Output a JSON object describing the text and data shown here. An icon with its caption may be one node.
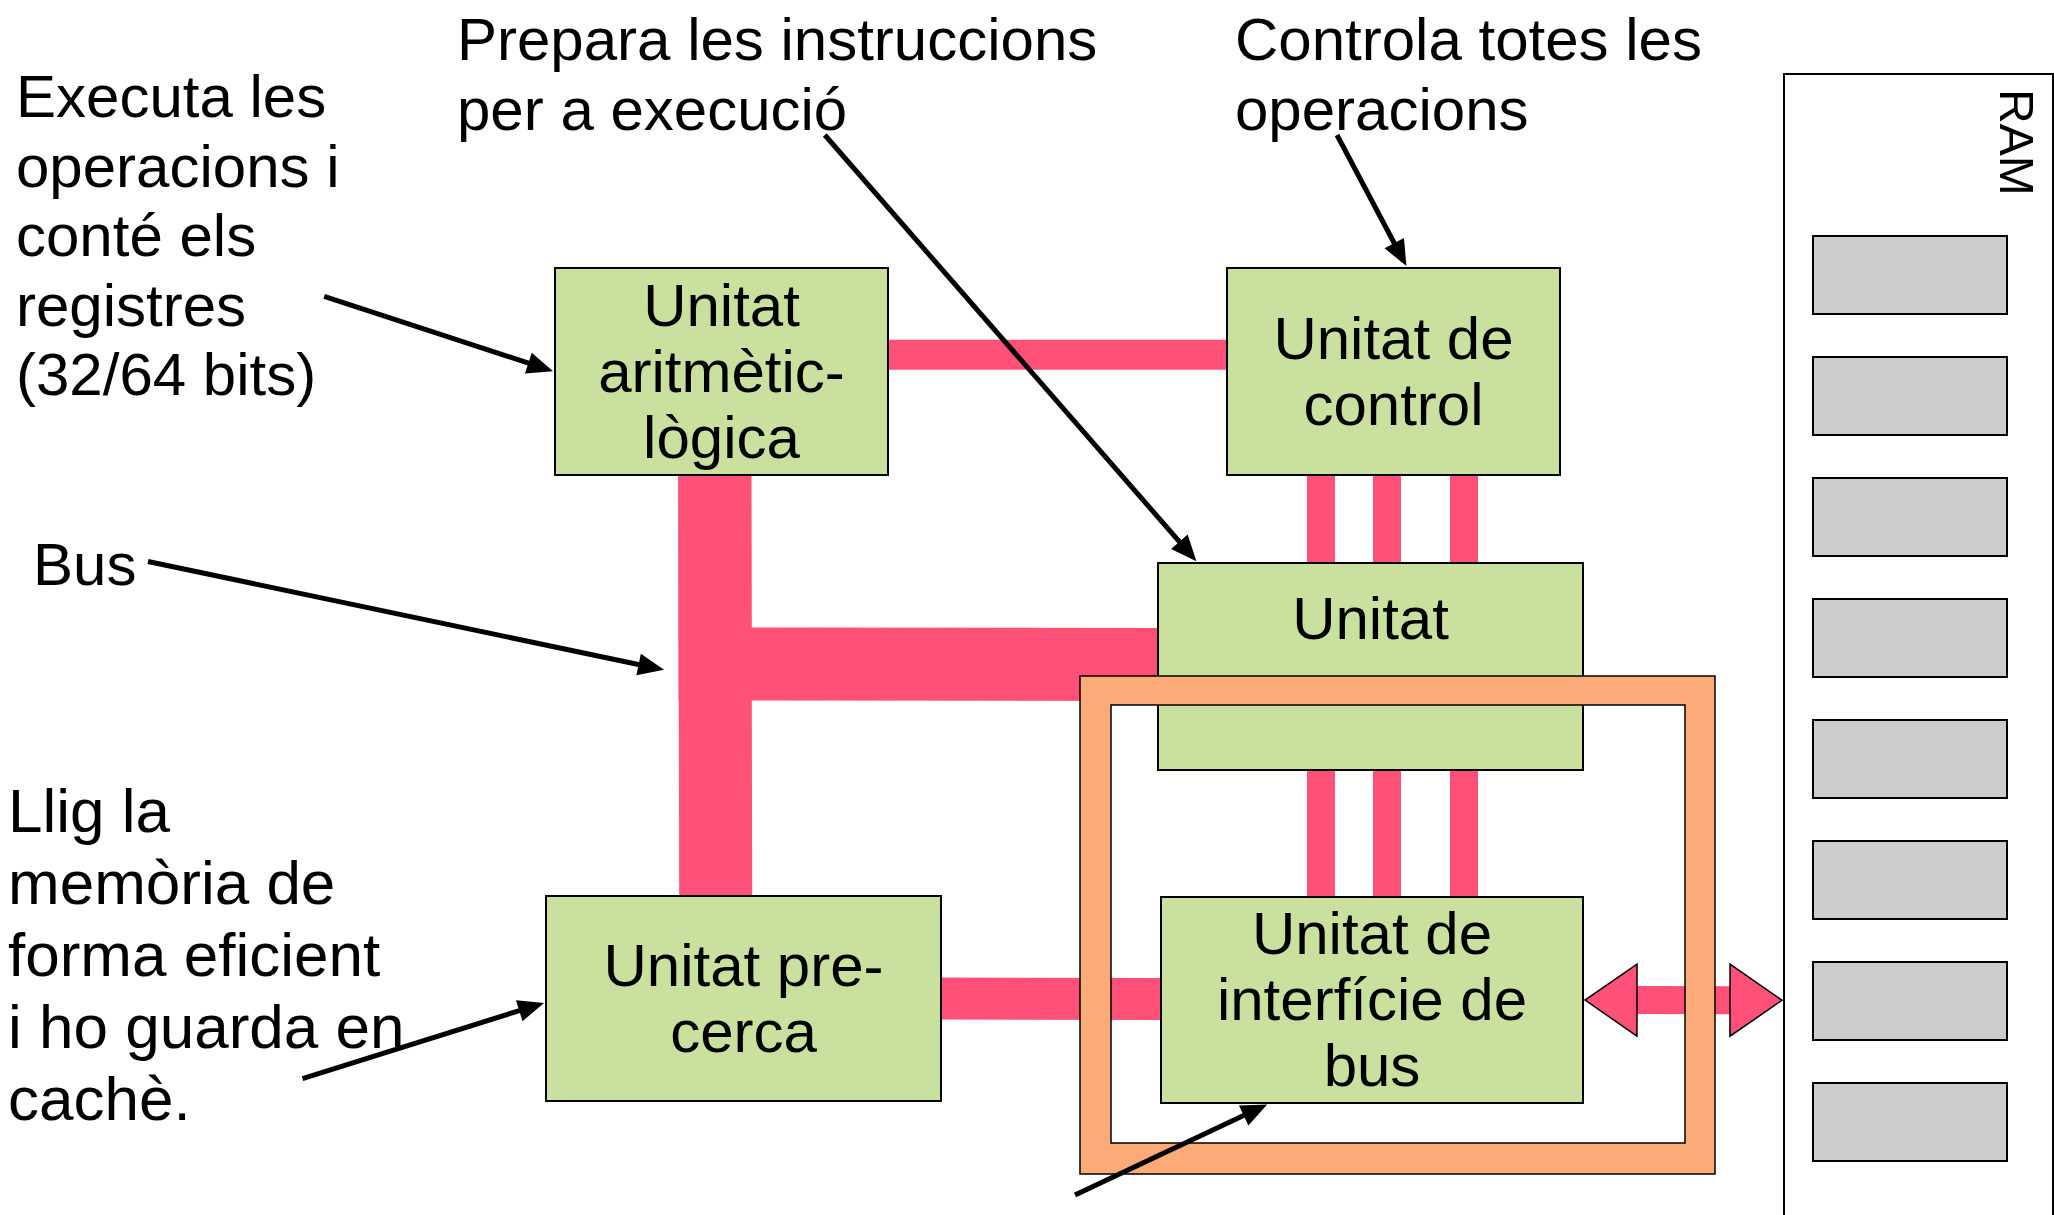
{
  "diagram": {
    "nodes": [
      {
        "text": [
          "Executa les operacions i conté els registres (32/64 bits)"
        ]
      },
      {
        "text": [
          "Prepara les instruccions per a execució"
        ]
      },
      {
        "text": [
          "Controla totes les operacions"
        ]
      },
      {
        "text": [
          "Bus"
        ]
      },
      {
        "text": [
          "Llig la memòria de forma eficient i ho guarda en cachè."
        ]
      },
      {
        "text": [
          "Unitat aritmètic-lògica"
        ]
      },
      {
        "text": [
          "Unitat de control"
        ]
      },
      {
        "text": [
          "Unitat"
        ]
      },
      {
        "text": [
          "Unitat pre-cerca"
        ]
      },
      {
        "text": [
          "Unitat de interfície de bus"
        ]
      },
      {
        "text": [
          "RAM"
        ]
      },
      {
        "text": [],
        "shape": "box",
        "in": 10
      },
      {
        "text": [],
        "shape": "box",
        "in": 10
      },
      {
        "text": [],
        "shape": "box",
        "in": 10
      },
      {
        "text": [],
        "shape": "box",
        "in": 10
      },
      {
        "text": [],
        "shape": "box",
        "in": 10
      },
      {
        "text": [],
        "shape": "box",
        "in": 10
      },
      {
        "text": [],
        "shape": "box",
        "in": 10
      },
      {
        "text": [],
        "shape": "box",
        "in": 10
      }
    ],
    "edges": [
      {
        "from": 5,
        "to": 6,
        "arrow": "none"
      },
      {
        "from": 5,
        "to": 8,
        "arrow": "none",
        "style": "thick"
      },
      {
        "from": 5,
        "to": 7,
        "arrow": "none",
        "style": "thick"
      },
      {
        "from": 6,
        "to": 7,
        "arrow": "none"
      },
      {
        "from": 6,
        "to": 7,
        "arrow": "none"
      },
      {
        "from": 6,
        "to": 7,
        "arrow": "none"
      },
      {
        "from": 7,
        "to": 9,
        "arrow": "none"
      },
      {
        "from": 7,
        "to": 9,
        "arrow": "none"
      },
      {
        "from": 7,
        "to": 9,
        "arrow": "none"
      },
      {
        "from": 8,
        "to": 9,
        "arrow": "none"
      },
      {
        "from": 9,
        "to": 10,
        "arrow": "both"
      },
      {
        "from": 0,
        "to": 5,
        "arrow": "to",
        "color": "#000000"
      },
      {
        "from": 1,
        "to": 7,
        "arrow": "to",
        "color": "#000000"
      },
      {
        "from": 2,
        "to": 6,
        "arrow": "to",
        "color": "#000000"
      },
      {
        "from": 3,
        "to": null,
        "arrow": "to",
        "color": "#000000"
      },
      {
        "from": 4,
        "to": 8,
        "arrow": "to",
        "color": "#000000"
      },
      {
        "from": null,
        "to": 9,
        "arrow": "to",
        "color": "#000000"
      }
    ]
  }
}
